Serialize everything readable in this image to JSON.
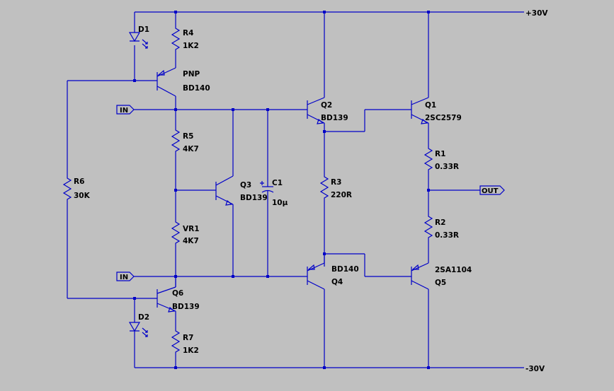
{
  "supplies": {
    "positive": "+30V",
    "negative": "-30V"
  },
  "ports": {
    "in_top": "IN",
    "in_bottom": "IN",
    "out": "OUT"
  },
  "components": {
    "D1": {
      "ref": "D1"
    },
    "D2": {
      "ref": "D2"
    },
    "R4": {
      "ref": "R4",
      "value": "1K2"
    },
    "R5": {
      "ref": "R5",
      "value": "4K7"
    },
    "R6": {
      "ref": "R6",
      "value": "30K"
    },
    "R7": {
      "ref": "R7",
      "value": "1K2"
    },
    "VR1": {
      "ref": "VR1",
      "value": "4K7"
    },
    "R3": {
      "ref": "R3",
      "value": "220R"
    },
    "R1": {
      "ref": "R1",
      "value": "0.33R"
    },
    "R2": {
      "ref": "R2",
      "value": "0.33R"
    },
    "C1": {
      "ref": "C1",
      "value": "10µ"
    },
    "PNP": {
      "ref": "PNP",
      "value": "BD140"
    },
    "Q6": {
      "ref": "Q6",
      "value": "BD139"
    },
    "Q3": {
      "ref": "Q3",
      "value": "BD139"
    },
    "Q2": {
      "ref": "Q2",
      "value": "BD139"
    },
    "Q4": {
      "ref": "Q4",
      "value": "BD140"
    },
    "Q1": {
      "ref": "Q1",
      "value": "2SC2579"
    },
    "Q5": {
      "ref": "Q5",
      "value": "2SA1104"
    }
  }
}
